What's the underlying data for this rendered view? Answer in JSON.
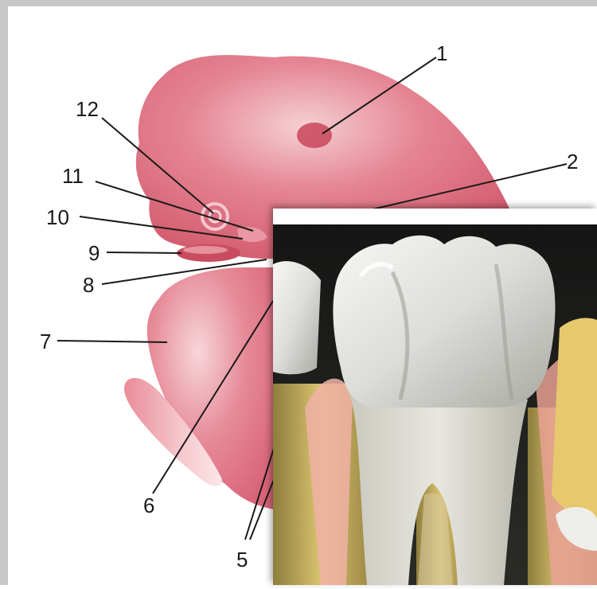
{
  "labels": [
    "1",
    "2",
    "5",
    "6",
    "7",
    "8",
    "9",
    "10",
    "11",
    "12"
  ],
  "colors": {
    "frame": "#c8c8c8",
    "tissue": "#e0707e",
    "tissue_light": "#f3c3c8",
    "enamel": "#ececea",
    "dentin": "#d9c46e",
    "gum": "#f0b2a6",
    "dark_background": "#141414"
  },
  "photo": {
    "subject": "molar-tooth-cross-section"
  }
}
